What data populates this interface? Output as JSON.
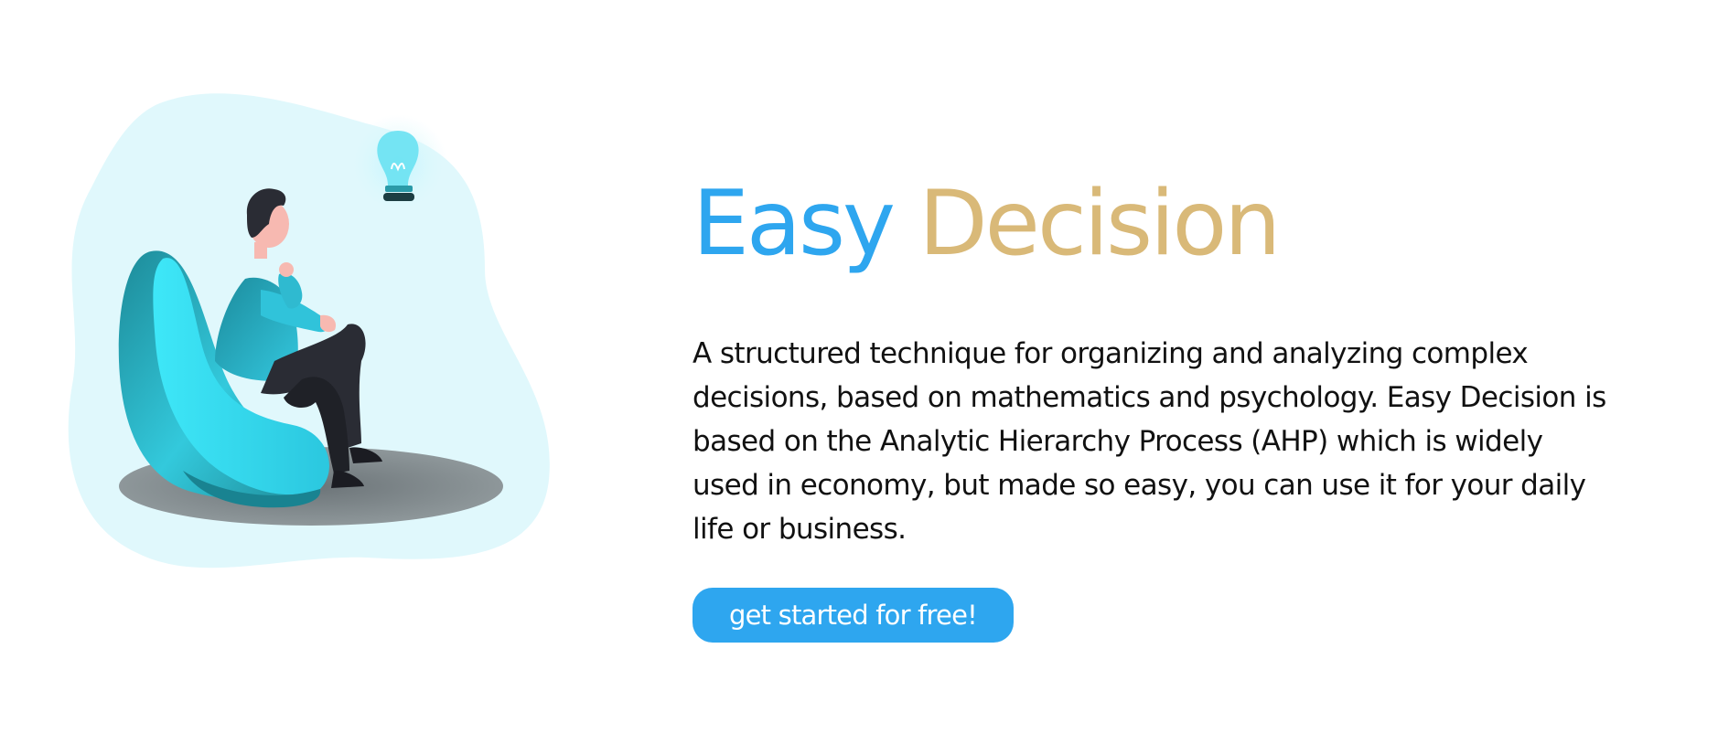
{
  "hero": {
    "title_part1": "Easy",
    "title_part2": "Decision",
    "description": "A structured technique for organizing and analyzing complex decisions, based on mathematics and psychology. Easy Decision is based on the Analytic Hierarchy Process (AHP) which is widely used in economy, but made so easy, you can use it for your daily life or business.",
    "cta_label": "get started for free!"
  },
  "colors": {
    "accent_blue": "#2ea6ef",
    "accent_gold": "#d9b978",
    "blob_background": "#e0f8fc"
  },
  "icons": {
    "illustration": "thinking-person-on-beanbag-illustration",
    "idea": "lightbulb-icon"
  }
}
